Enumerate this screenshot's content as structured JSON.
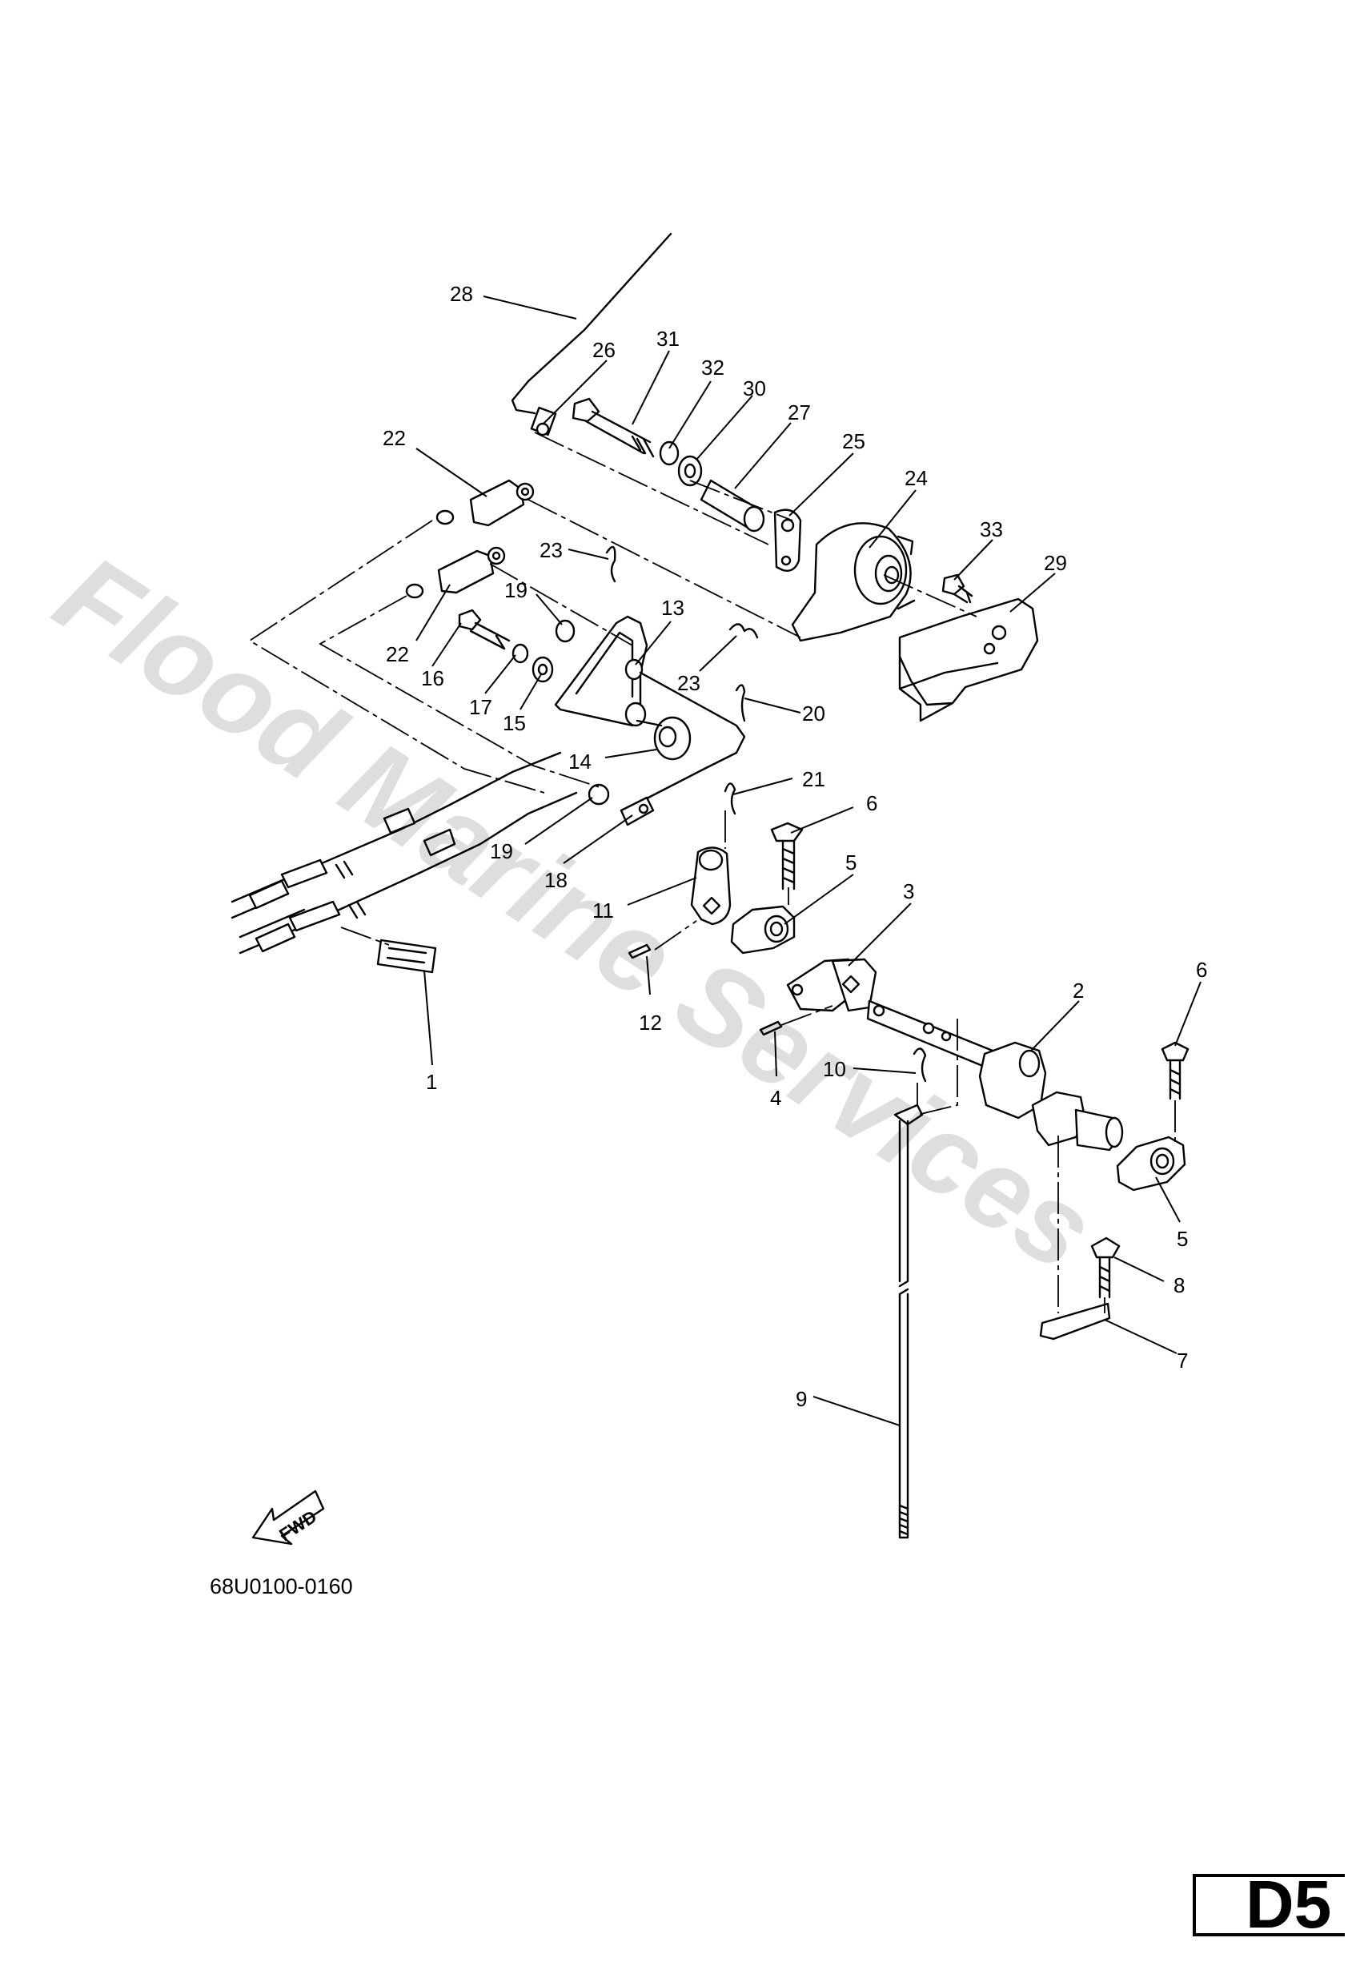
{
  "document": {
    "drawing_code": "68U0100-0160",
    "page_tag": "D5",
    "watermark": "Flood Marine Services",
    "direction_marker": "FWD"
  },
  "callouts": [
    {
      "id": "1",
      "text": "1"
    },
    {
      "id": "2",
      "text": "2"
    },
    {
      "id": "3",
      "text": "3"
    },
    {
      "id": "4",
      "text": "4"
    },
    {
      "id": "5a",
      "text": "5"
    },
    {
      "id": "5b",
      "text": "5"
    },
    {
      "id": "6a",
      "text": "6"
    },
    {
      "id": "6b",
      "text": "6"
    },
    {
      "id": "7",
      "text": "7"
    },
    {
      "id": "8",
      "text": "8"
    },
    {
      "id": "9",
      "text": "9"
    },
    {
      "id": "10",
      "text": "10"
    },
    {
      "id": "11",
      "text": "11"
    },
    {
      "id": "12",
      "text": "12"
    },
    {
      "id": "13",
      "text": "13"
    },
    {
      "id": "14",
      "text": "14"
    },
    {
      "id": "15",
      "text": "15"
    },
    {
      "id": "16",
      "text": "16"
    },
    {
      "id": "17",
      "text": "17"
    },
    {
      "id": "18",
      "text": "18"
    },
    {
      "id": "19a",
      "text": "19"
    },
    {
      "id": "19b",
      "text": "19"
    },
    {
      "id": "20",
      "text": "20"
    },
    {
      "id": "21",
      "text": "21"
    },
    {
      "id": "22a",
      "text": "22"
    },
    {
      "id": "22b",
      "text": "22"
    },
    {
      "id": "23a",
      "text": "23"
    },
    {
      "id": "23b",
      "text": "23"
    },
    {
      "id": "24",
      "text": "24"
    },
    {
      "id": "25",
      "text": "25"
    },
    {
      "id": "26",
      "text": "26"
    },
    {
      "id": "27",
      "text": "27"
    },
    {
      "id": "28",
      "text": "28"
    },
    {
      "id": "29",
      "text": "29"
    },
    {
      "id": "30",
      "text": "30"
    },
    {
      "id": "31",
      "text": "31"
    },
    {
      "id": "32",
      "text": "32"
    },
    {
      "id": "33",
      "text": "33"
    }
  ]
}
